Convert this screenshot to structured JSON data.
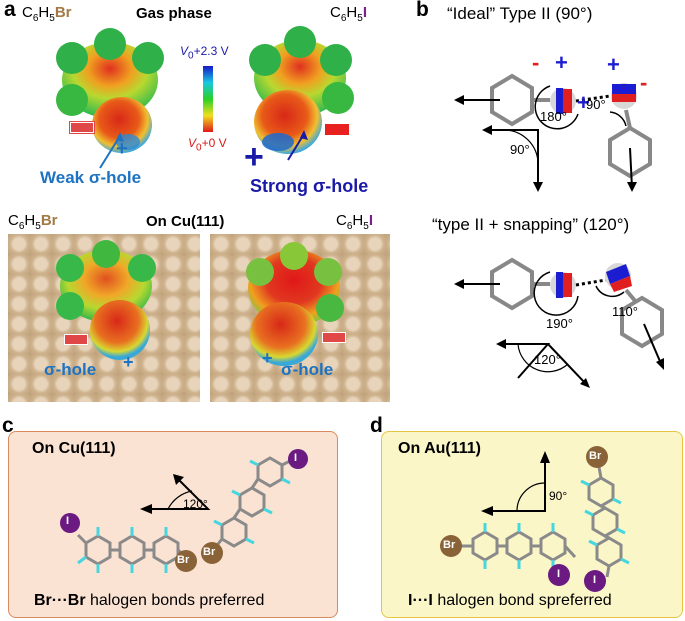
{
  "panels": {
    "a": {
      "label": "a",
      "gas_phase_title": "Gas phase",
      "mol_br_base": "C",
      "mol_br_sub1": "6",
      "mol_br_h": "H",
      "mol_br_sub2": "5",
      "mol_br_x": "Br",
      "mol_i_x": "I",
      "scale_top": "V0+2.3 V",
      "scale_top_v": "V",
      "scale_top_sub": "0",
      "scale_top_rest": "+2.3 V",
      "scale_bottom_v": "V",
      "scale_bottom_sub": "0",
      "scale_bottom_rest": "+0 V",
      "weak_label": "Weak σ-hole",
      "strong_label": "Strong σ-hole",
      "surface_title": "On Cu(111)",
      "sigma_hole": "σ-hole",
      "plus": "+",
      "minus": "−"
    },
    "b": {
      "label": "b",
      "ideal_title": "“Ideal” Type II (90°)",
      "angle_180": "180°",
      "angle_90_small": "90°",
      "angle_90": "90°",
      "snap_title": "“type II + snapping” (120°)",
      "angle_190": "190°",
      "angle_110": "110°",
      "angle_120": "120°",
      "plus": "+",
      "minus": "-"
    },
    "c": {
      "label": "c",
      "title": "On Cu(111)",
      "angle": "120°",
      "atom_i": "I",
      "atom_br": "Br",
      "caption_bold": "Br···Br",
      "caption_rest": " halogen bonds preferred"
    },
    "d": {
      "label": "d",
      "title": "On Au(111)",
      "angle": "90°",
      "atom_i": "I",
      "atom_br": "Br",
      "caption_bold": "I···I",
      "caption_rest": " halogen bond spreferred"
    }
  },
  "colors": {
    "br": "#a37a45",
    "iodine": "#7b1f8a",
    "sigma_blue": "#1d73c2",
    "panel_c_bg": "#fbe3d3",
    "panel_d_bg": "#fbf6c8"
  }
}
